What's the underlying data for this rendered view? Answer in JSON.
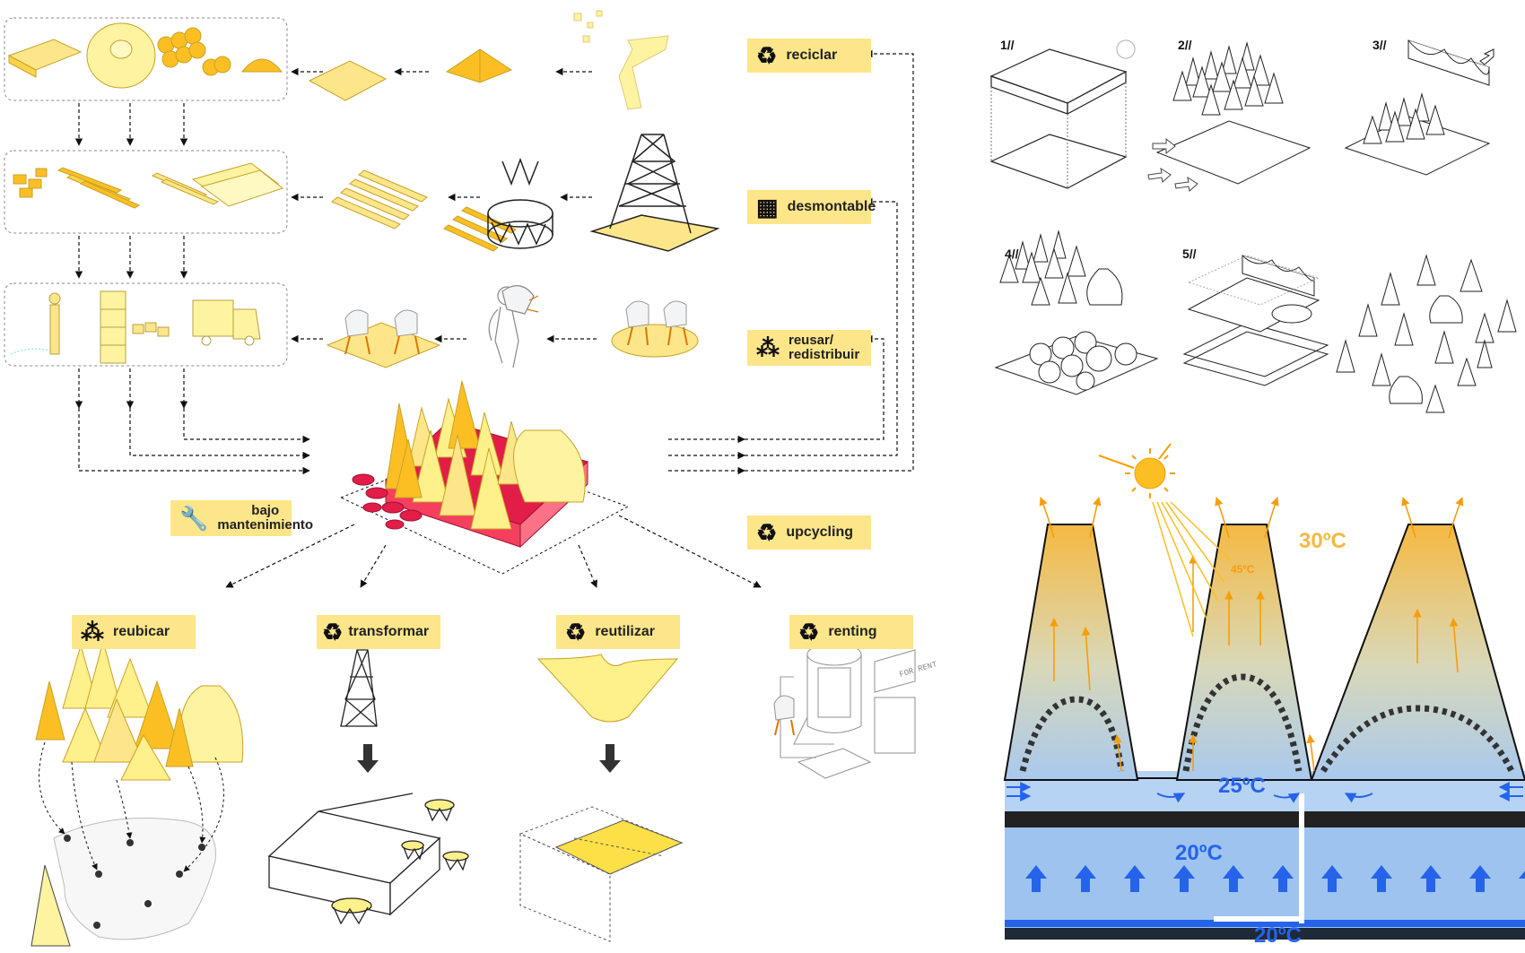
{
  "tags": {
    "reciclar": "reciclar",
    "desmontable": "desmontable",
    "reusar": [
      "reusar/",
      "redistribuir"
    ],
    "upcycling": "upcycling",
    "mantenimiento": [
      "bajo",
      "mantenimiento"
    ],
    "reubicar": "reubicar",
    "transformar": "transformar",
    "reutilizar": "reutilizar",
    "renting": "renting"
  },
  "icons": {
    "reciclar": "recycle-icon",
    "desmontable": "scaffold-icon",
    "reusar": "reuse-dots-icon",
    "upcycling": "recycle-icon",
    "mantenimiento": "wrench-icon",
    "reubicar": "relocate-dots-icon",
    "transformar": "recycle-icon",
    "reutilizar": "recycle-icon",
    "renting": "recycle-icon"
  },
  "sign_text": "FOR RENT",
  "steps": [
    "1//",
    "2//",
    "3//",
    "4//",
    "5//"
  ],
  "temps": {
    "top": "30ºC",
    "hot": "45ºC",
    "mid": "25ºC",
    "low": "20ºC",
    "base": "20ºC"
  },
  "colors": {
    "tag": "#fde68a",
    "cone": "#fef08a",
    "cone_dark": "#fbbf24",
    "base": "#f43f5e",
    "warm": "#f5b942",
    "cool": "#a9c9ee",
    "arrow_blue": "#2563eb",
    "arrow_warm": "#f59e0b"
  }
}
